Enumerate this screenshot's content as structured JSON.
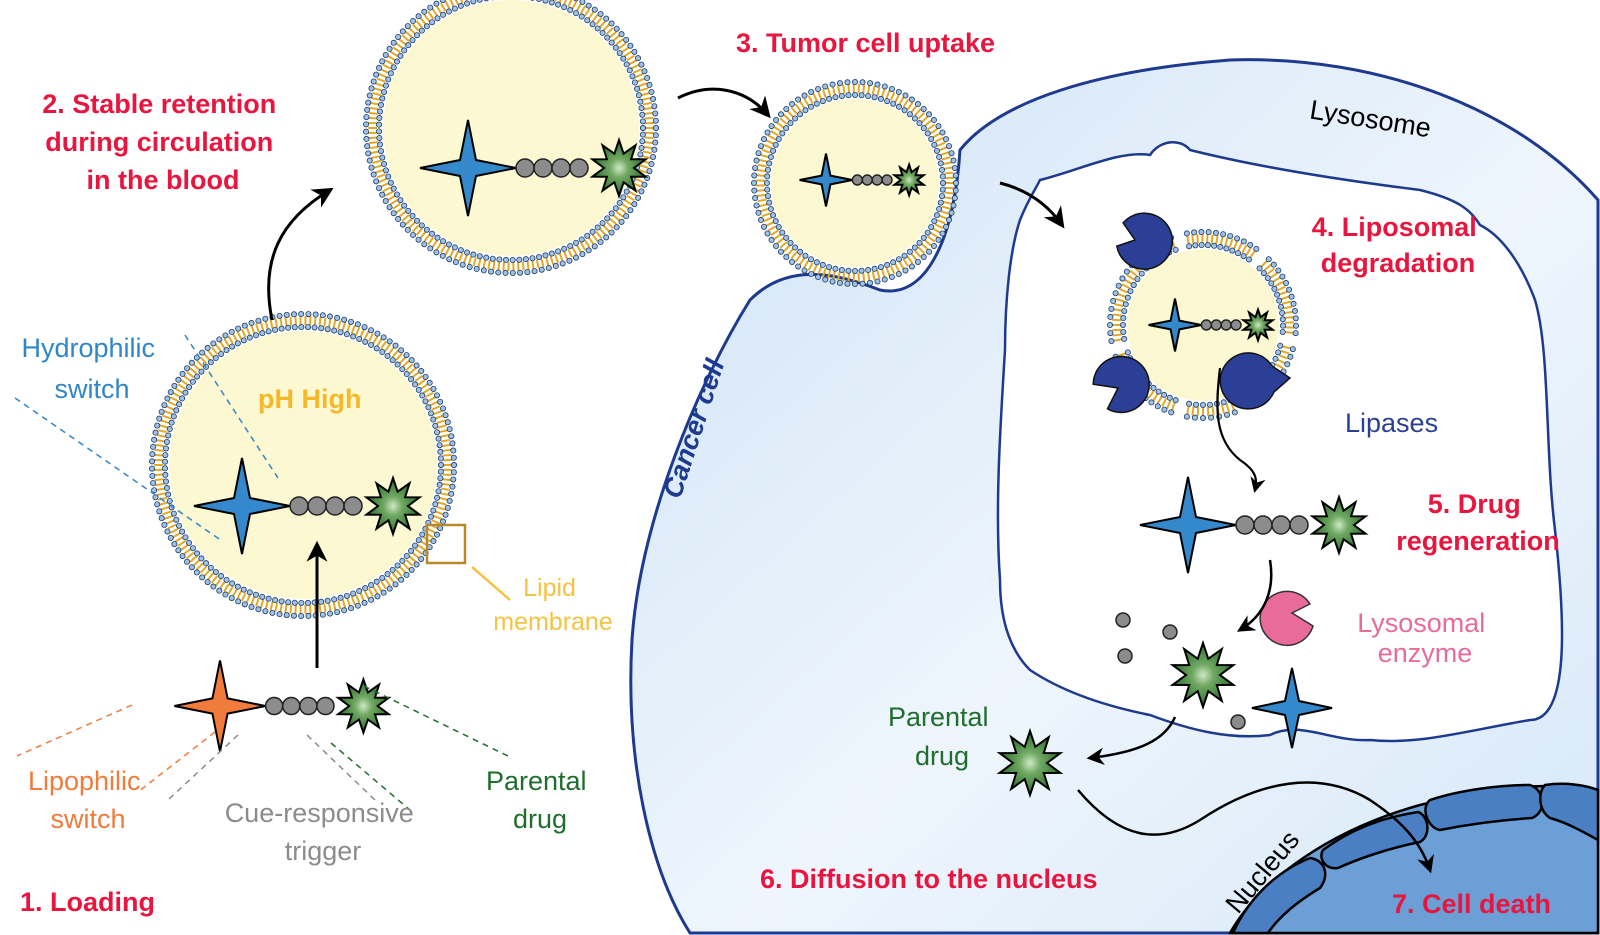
{
  "figure": {
    "title": "Liposomal prodrug delivery pathway",
    "colors": {
      "step_text": "#e8163f",
      "hydrophilic": "#2f86c8",
      "lipophilic": "#f07b3a",
      "trigger": "#8c8c8c",
      "parental_drug": "#1f6e2e",
      "lipid": "#f5c242",
      "lipase": "#2b3f96",
      "enzyme": "#e86b9a",
      "cell_fill": "#d6e8f8",
      "cell_border": "#1d3a8f",
      "nucleus": "#4a7fc4",
      "liposome_core": "#fbf8d2"
    }
  },
  "steps": [
    {
      "label": "1. Loading"
    },
    {
      "lines": [
        "2. Stable retention",
        "during circulation",
        "in the blood"
      ]
    },
    {
      "label": "3. Tumor cell uptake"
    },
    {
      "lines": [
        "4. Liposomal",
        "degradation"
      ]
    },
    {
      "lines": [
        "5. Drug",
        "regeneration"
      ]
    },
    {
      "label": "6. Diffusion to the nucleus"
    },
    {
      "label": "7. Cell death"
    }
  ],
  "labels": {
    "hydrophilic_switch": [
      "Hydrophilic",
      "switch"
    ],
    "ph_high": "pH High",
    "lipid_membrane": [
      "Lipid",
      "membrane"
    ],
    "lipophilic_switch": [
      "Lipophilic",
      "switch"
    ],
    "cue_responsive_trigger": [
      "Cue-responsive",
      "trigger"
    ],
    "parental_drug": [
      "Parental",
      "drug"
    ],
    "lysosome": "Lysosome",
    "cancer_cell": "Cancer cell",
    "lipases": "Lipases",
    "lysosomal_enzyme": [
      "Lysosomal",
      "enzyme"
    ],
    "parental_drug_2": [
      "Parental",
      "drug"
    ],
    "nucleus": "Nucleus"
  }
}
